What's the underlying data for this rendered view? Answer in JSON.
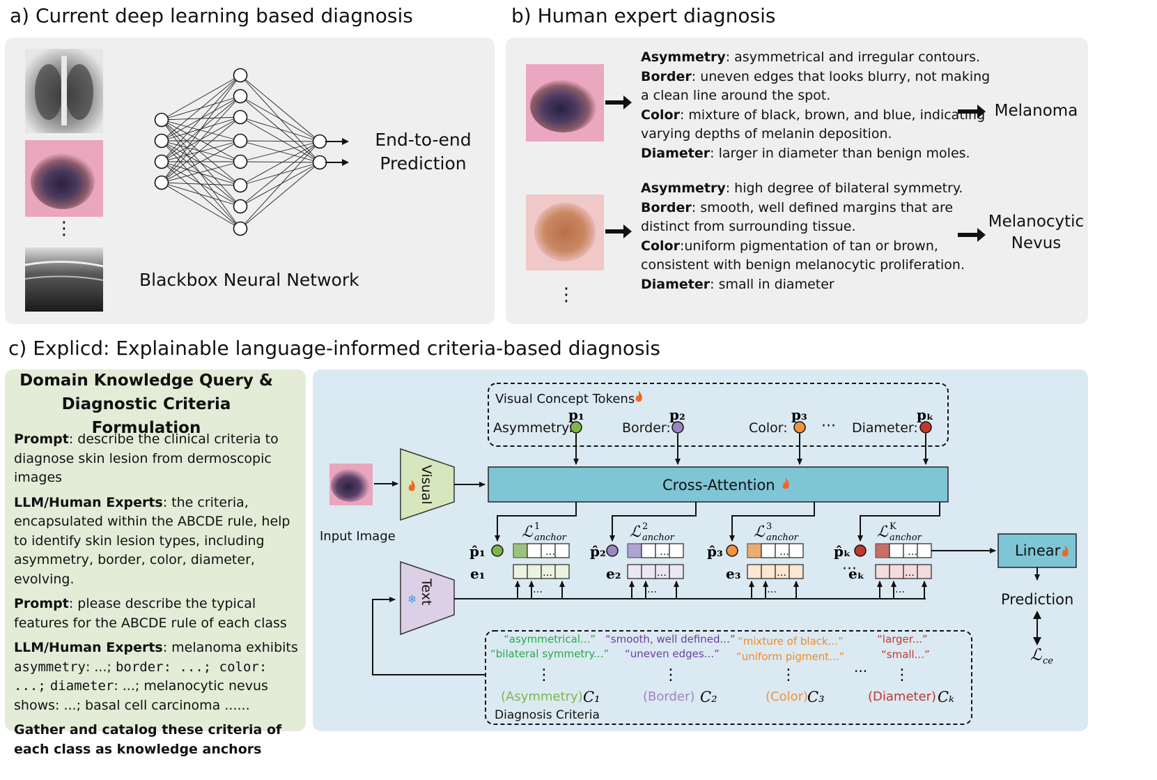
{
  "section_a": {
    "title": "a) Current deep learning based diagnosis",
    "network_label": "Blackbox Neural Network",
    "prediction_line1": "End-to-end",
    "prediction_line2": "Prediction",
    "ellipsis": "⋮"
  },
  "section_b": {
    "title": "b) Human expert diagnosis",
    "case1": {
      "lines": [
        {
          "key": "Asymmetry",
          "text": ": asymmetrical and irregular contours."
        },
        {
          "key": "Border",
          "text": ": uneven edges that looks blurry, not making"
        },
        {
          "key": "",
          "text": "a clean line around the spot."
        },
        {
          "key": "Color",
          "text": ": mixture of black, brown, and blue, indicating"
        },
        {
          "key": "",
          "text": "varying depths of melanin deposition."
        },
        {
          "key": "Diameter",
          "text": ": larger in diameter than benign moles."
        }
      ],
      "result": "Melanoma"
    },
    "case2": {
      "lines": [
        {
          "key": "Asymmetry",
          "text": ": high degree of bilateral symmetry."
        },
        {
          "key": "Border",
          "text": ": smooth, well defined margins that are"
        },
        {
          "key": "",
          "text": "distinct from surrounding tissue."
        },
        {
          "key": "Color",
          "text": ":uniform pigmentation of tan or brown,"
        },
        {
          "key": "",
          "text": "consistent with benign melanocytic proliferation."
        },
        {
          "key": "Diameter",
          "text": ": small in diameter"
        }
      ],
      "result_line1": "Melanocytic",
      "result_line2": "Nevus"
    },
    "ellipsis": "⋮"
  },
  "section_c": {
    "title": "c) Explicd: Explainable language-informed criteria-based diagnosis",
    "left_panel": {
      "heading_line1": "Domain Knowledge Query &",
      "heading_line2": "Diagnostic Criteria Formulation",
      "p1_key": "Prompt",
      "p1_text": ": describe the clinical criteria to diagnose skin lesion from dermoscopic images",
      "p2_key": "LLM/Human Experts",
      "p2_text": ": the criteria, encapsulated within the ABCDE rule, help to identify skin lesion types, including asymmetry, border, color, diameter, evolving.",
      "p3_key": "Prompt",
      "p3_text": ": please describe the typical features for the ABCDE rule of each class",
      "p4_key": "LLM/Human Experts",
      "p4_text1": ": melanoma exhibits",
      "p4_mono1": "asymmetry",
      "p4_text2": ": ...;",
      "p4_mono2": "border: ...; color: ...;",
      "p4_mono3": "diameter",
      "p4_text3": ": ...;  melanocytic nevus shows: ...; basal cell carcinoma ......",
      "p5": "Gather and catalog these criteria of each class as knowledge anchors"
    },
    "diagram": {
      "vct_title": "Visual Concept Tokens",
      "concepts": [
        "Asymmetry:",
        "Border:",
        "Color:",
        "Diameter:"
      ],
      "token_labels": [
        "p₁",
        "p₂",
        "p₃",
        "pₖ"
      ],
      "dots": "···",
      "visual_label": "Visual",
      "text_label": "Text",
      "input_image_label": "Input Image",
      "cross_attention": "Cross-Attention",
      "phat_labels": [
        "p̂₁",
        "p̂₂",
        "p̂₃",
        "p̂ₖ"
      ],
      "e_labels": [
        "e₁",
        "e₂",
        "e₃",
        "eₖ"
      ],
      "anchor_main": "ℒ",
      "anchor_sup": [
        "1",
        "2",
        "3",
        "K"
      ],
      "anchor_sub": "anchor",
      "linear": "Linear",
      "prediction": "Prediction",
      "loss_main": "ℒ",
      "loss_sub": "ce",
      "criteria_quotes": [
        {
          "a": "“asymmetrical...”",
          "b": "“bilateral symmetry...”"
        },
        {
          "a": "“smooth, well defined...”",
          "b": "“uneven edges...”"
        },
        {
          "a": "“mixture of black...”",
          "b": "“uniform pigment...”"
        },
        {
          "a": "“larger...”",
          "b": "“small...”"
        }
      ],
      "criteria_names": [
        "(Asymmetry)",
        "(Border)",
        "(Color)",
        "(Diameter)"
      ],
      "criteria_symbols": [
        "C₁",
        "C₂",
        "C₃",
        "Cₖ"
      ],
      "diagnosis_criteria": "Diagnosis Criteria",
      "colors": {
        "asymmetry": "#7fb54a",
        "border": "#9b86c4",
        "color": "#f0943c",
        "diameter": "#c0392b",
        "asym_text": "#2aa84a",
        "border_text": "#6a3fa0",
        "color_text": "#f08a24",
        "diam_text": "#c0392b"
      }
    }
  }
}
